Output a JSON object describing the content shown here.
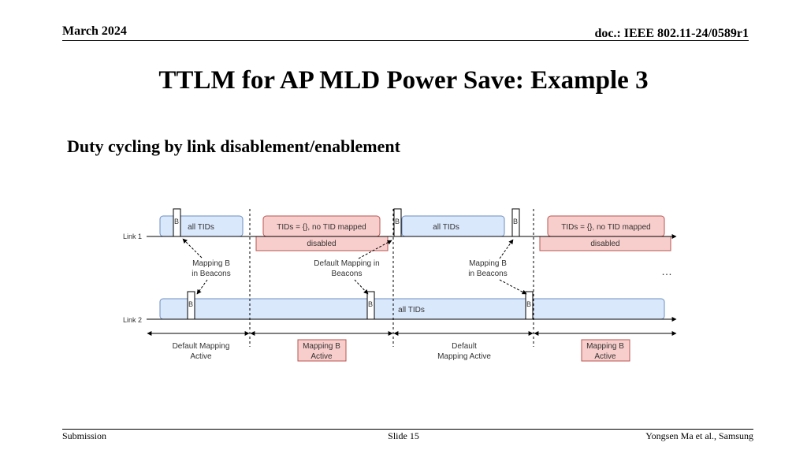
{
  "header": {
    "date": "March 2024",
    "doc": "doc.: IEEE 802.11-24/0589r1"
  },
  "title": "TTLM for AP MLD Power Save: Example 3",
  "subtitle": "Duty cycling by link disablement/enablement",
  "diagram": {
    "link1_label": "Link 1",
    "link2_label": "Link 2",
    "beacon_label": "B",
    "link1_enabled_1": "all TIDs",
    "link1_enabled_2": "all TIDs",
    "link1_tids_1": "TIDs = {}, no TID mapped",
    "link1_tids_2": "TIDs = {}, no TID mapped",
    "link1_disabled_1": "disabled",
    "link1_disabled_2": "disabled",
    "link2_all": "all TIDs",
    "ann1": [
      "Mapping B",
      "in Beacons"
    ],
    "ann2": [
      "Default Mapping in",
      "Beacons"
    ],
    "ann3": [
      "Mapping B",
      "in Beacons"
    ],
    "ellipsis": "…",
    "phase1": [
      "Default Mapping",
      "Active"
    ],
    "phase2": [
      "Mapping B",
      "Active"
    ],
    "phase3": [
      "Default",
      "Mapping Active"
    ],
    "phase4": [
      "Mapping B",
      "Active"
    ],
    "colors": {
      "blue_fill": "#dae8fc",
      "blue_stroke": "#6c8ebf",
      "red_fill": "#f8cecc",
      "red_stroke": "#b85450"
    }
  },
  "footer": {
    "left": "Submission",
    "center": "Slide 15",
    "right": "Yongsen Ma et al., Samsung"
  }
}
